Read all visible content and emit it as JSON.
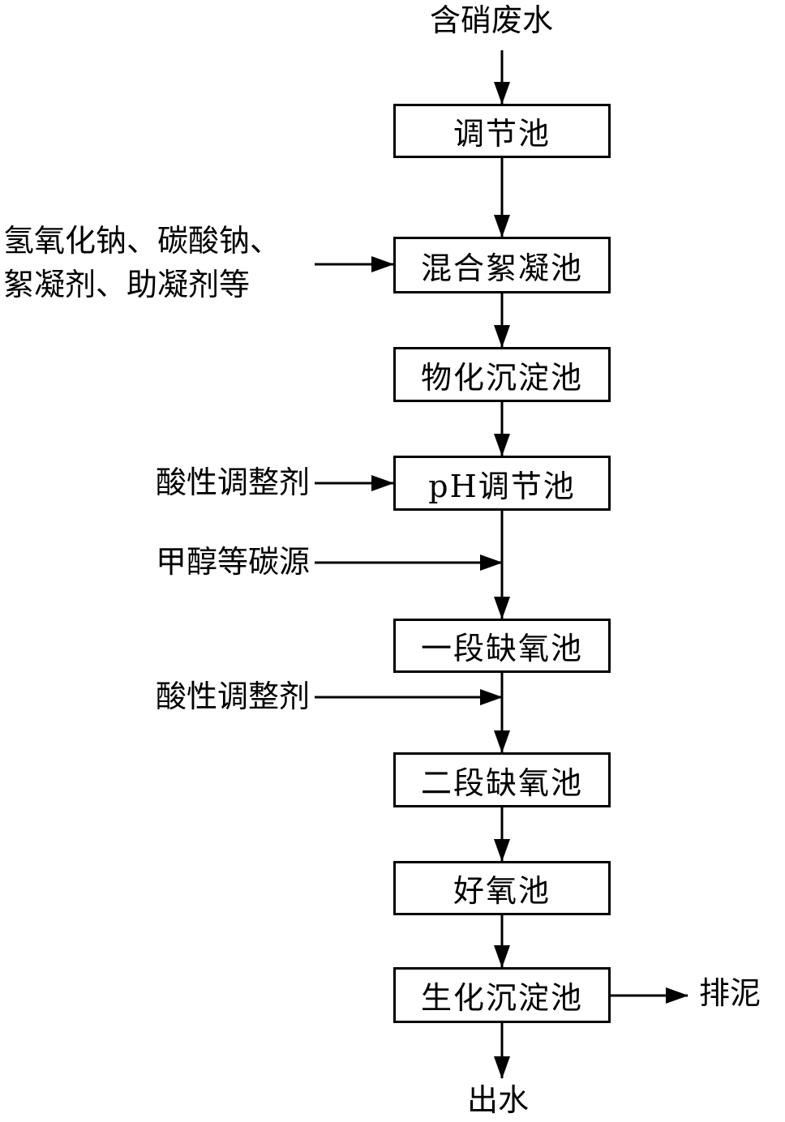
{
  "diagram": {
    "input_label": "含硝废水",
    "output_label": "出水",
    "sludge_label": "排泥",
    "stages": [
      "调节池",
      "混合絮凝池",
      "物化沉淀池",
      "pH调节池",
      "一段缺氧池",
      "二段缺氧池",
      "好氧池",
      "生化沉淀池"
    ],
    "side_inputs": {
      "flocculation_line1": "氢氧化钠、碳酸钠、",
      "flocculation_line2": "絮凝剂、助凝剂等",
      "ph_reagent": "酸性调整剂",
      "carbon_source": "甲醇等碳源",
      "anoxic_reagent": "酸性调整剂"
    }
  }
}
